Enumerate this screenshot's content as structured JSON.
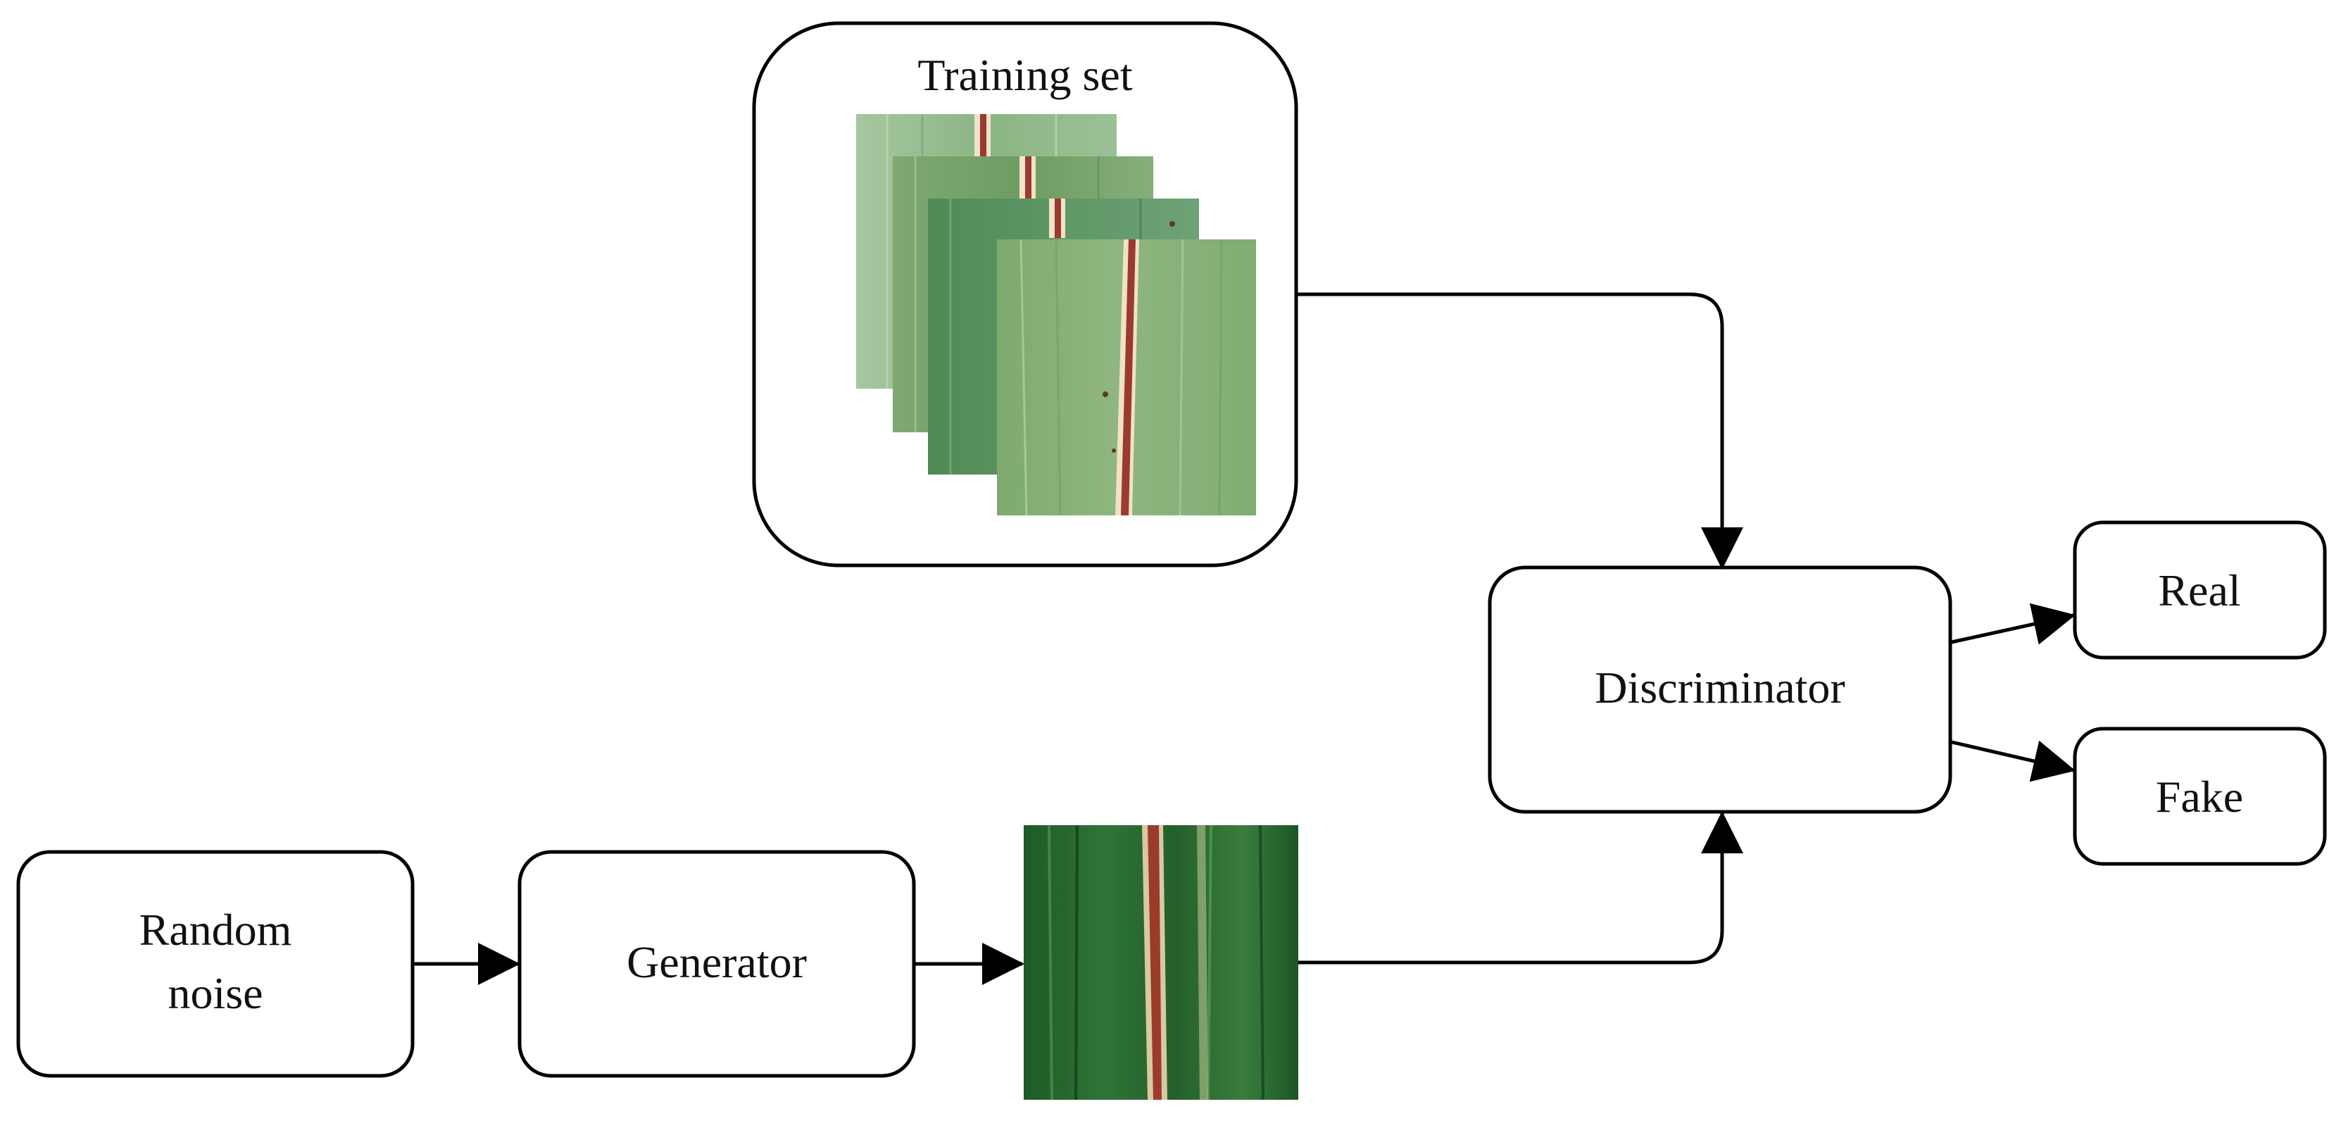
{
  "diagram": {
    "training_set": {
      "label": "Training set"
    },
    "discriminator": {
      "label": "Discriminator"
    },
    "outputs": {
      "real_label": "Real",
      "fake_label": "Fake"
    },
    "random_noise": {
      "label_line1": "Random",
      "label_line2": "noise"
    },
    "generator": {
      "label": "Generator"
    }
  },
  "colors": {
    "stroke": "#000000",
    "leaf_light": "#8fb98a",
    "leaf_mid": "#6f9f6a",
    "leaf_dark": "#1f5e2a",
    "lesion": "#9a3b2e"
  }
}
